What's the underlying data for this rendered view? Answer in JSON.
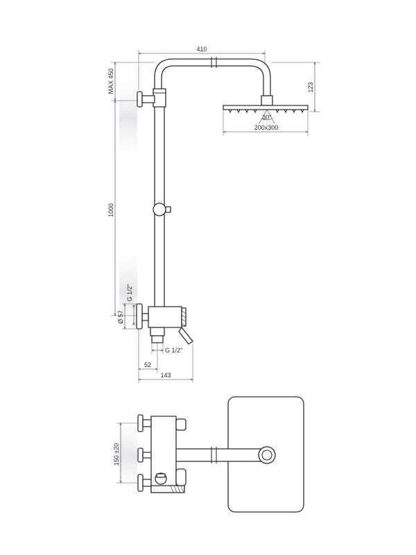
{
  "dimensions": {
    "arm_length": "410",
    "head_drop": "123",
    "height_adjust": "MAX 450",
    "rail_height": "1000",
    "head_size": "200x300",
    "spray_angle": "30°",
    "inlet_thread": "G 1/2\"",
    "escutcheon_diameter": "Ø 57",
    "outlet_thread": "G 1/2\"",
    "outlet_offset": "52",
    "mixer_depth": "143",
    "inlet_spacing": "150 ±20"
  },
  "colors": {
    "line": "#2b2b2b",
    "wall_shade": "#e6e8ec"
  }
}
